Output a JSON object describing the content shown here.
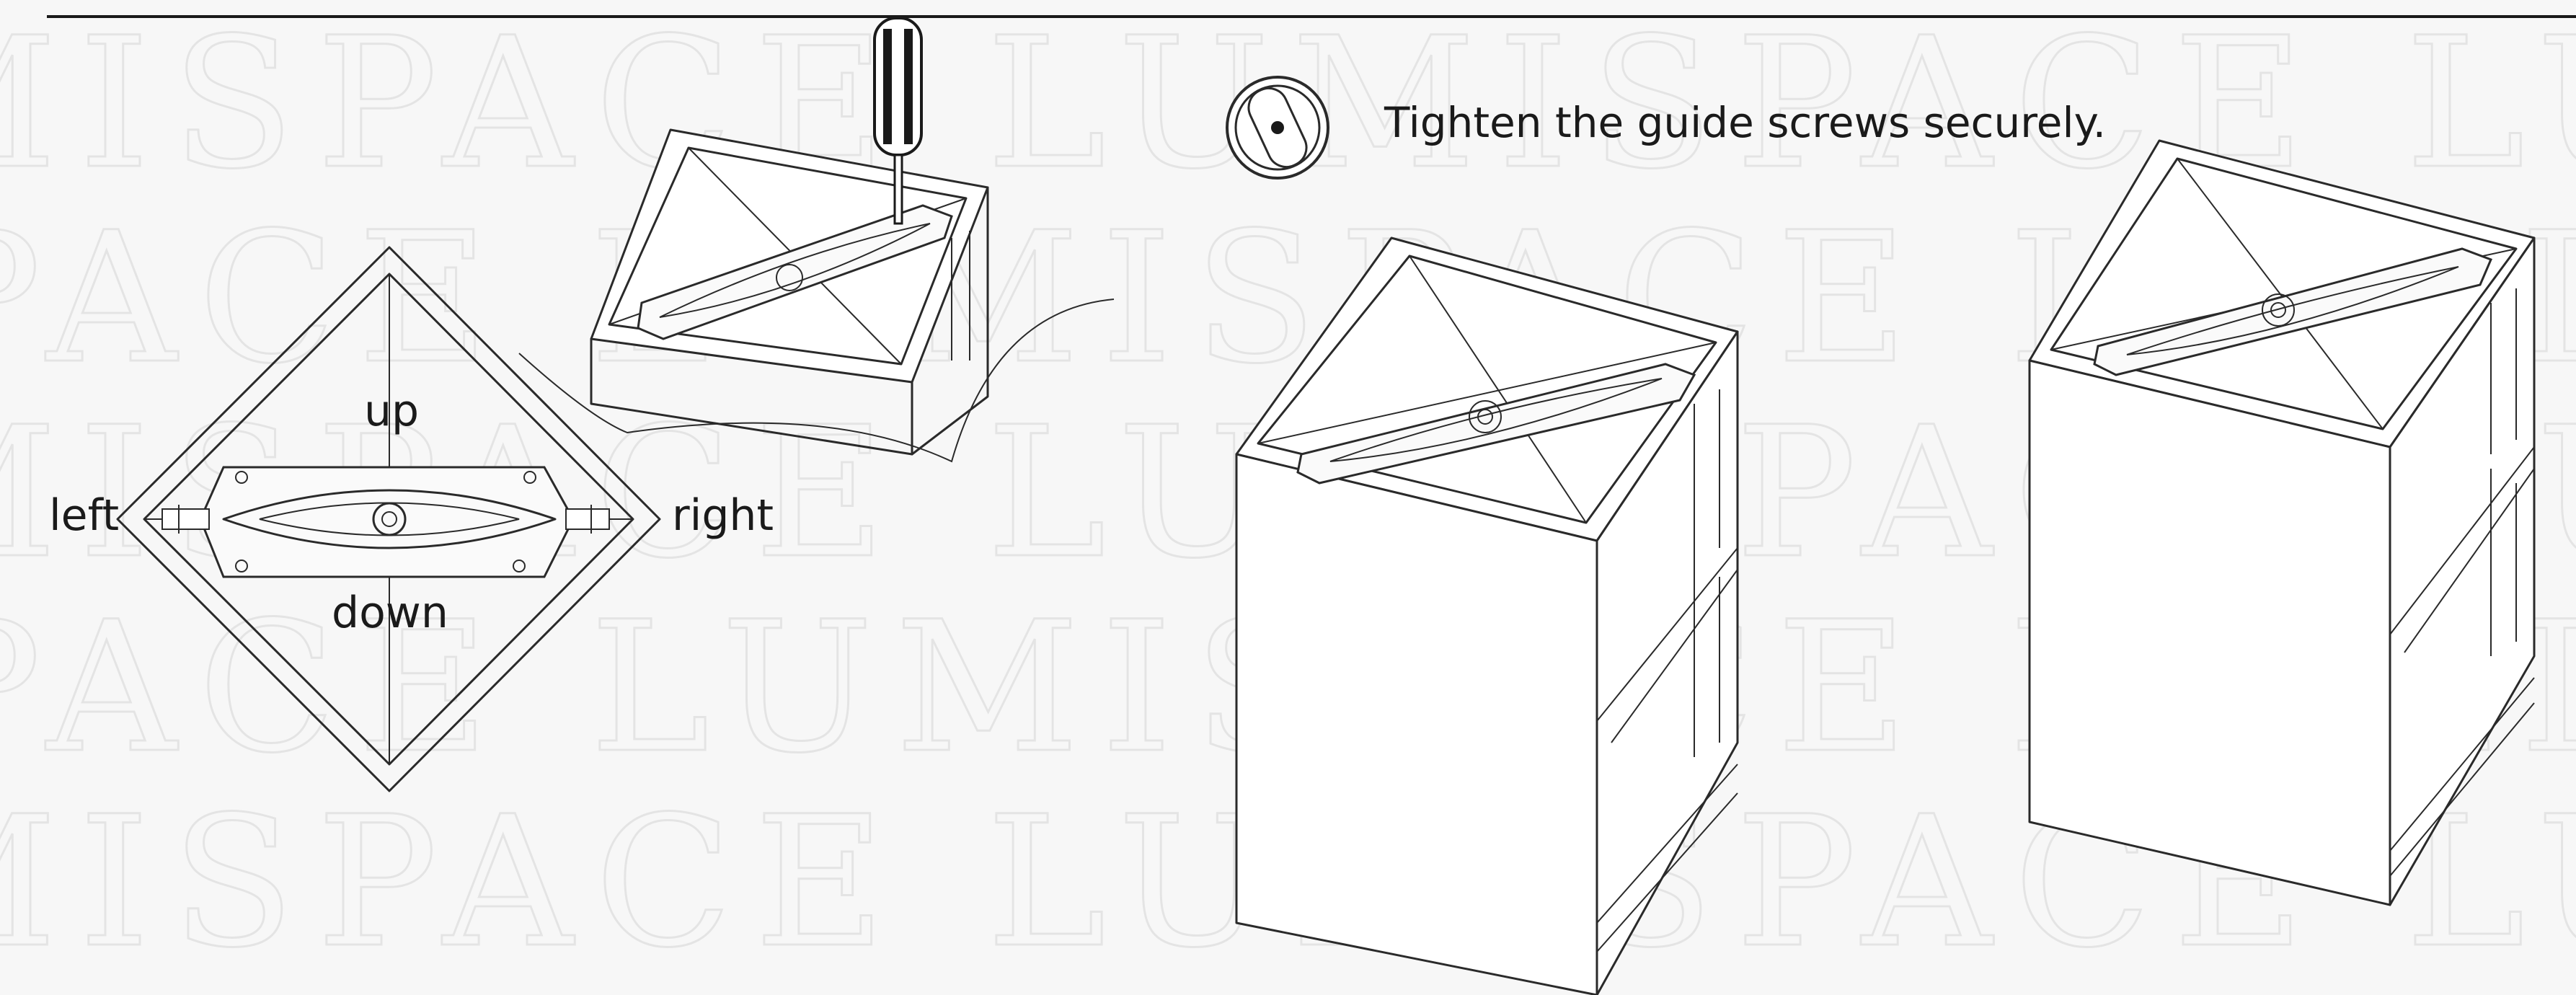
{
  "instruction": {
    "text": "Tighten the guide screws securely.",
    "icon": "screw-slot-icon"
  },
  "directions": {
    "up": "up",
    "down": "down",
    "left": "left",
    "right": "right"
  },
  "watermark": {
    "text": "LUMISPACE LUMISPACE LUMISPACE LUMISPACE LUMISPACE"
  },
  "icons": [
    "screwdriver-icon",
    "screw-slot-icon"
  ],
  "colors": {
    "line": "#2a2a2a",
    "background": "#f7f7f7",
    "watermark": "#e4e4e4"
  }
}
